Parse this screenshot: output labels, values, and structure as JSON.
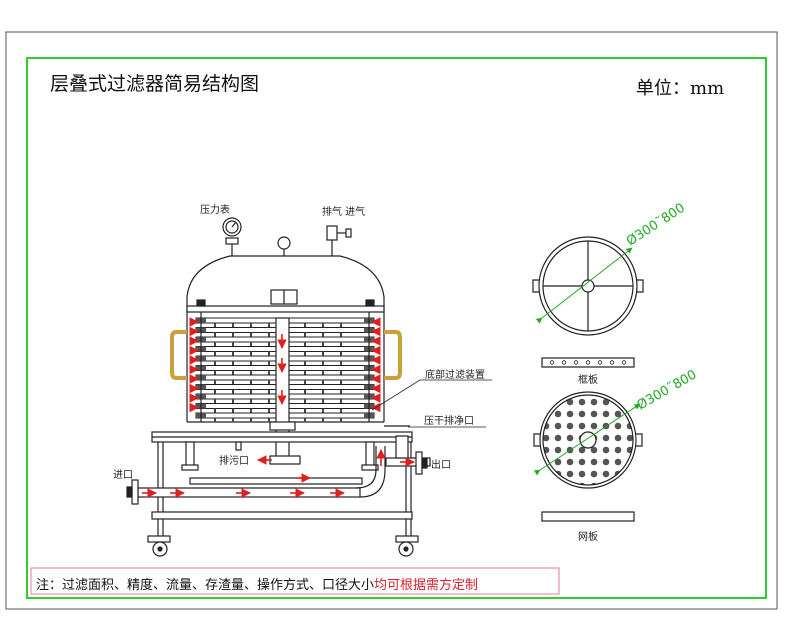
{
  "title": "层叠式过滤器简易结构图",
  "unit": "单位：mm",
  "labels": {
    "pressure_gauge": "压力表",
    "vent_inlet": "排气  进气",
    "bottom_filter": "底部过滤装置",
    "press_dry_outlet": "压干排净口",
    "drain": "排污口",
    "inlet": "进口",
    "outlet": "出口",
    "frame_plate": "框板",
    "mesh_plate": "网板",
    "dim_frame": "Ø300˜800",
    "dim_mesh": "Ø300˜800"
  },
  "note": {
    "prefix": "注：过滤面积、精度、流量、存渣量、操作方式、口径大小",
    "highlight": "均可根据需方定制"
  },
  "colors": {
    "border_green": "#33cc33",
    "arrow_red": "#e02020",
    "handle_gold": "#c8a13a",
    "dim_green": "#22aa22",
    "line": "#222222"
  }
}
